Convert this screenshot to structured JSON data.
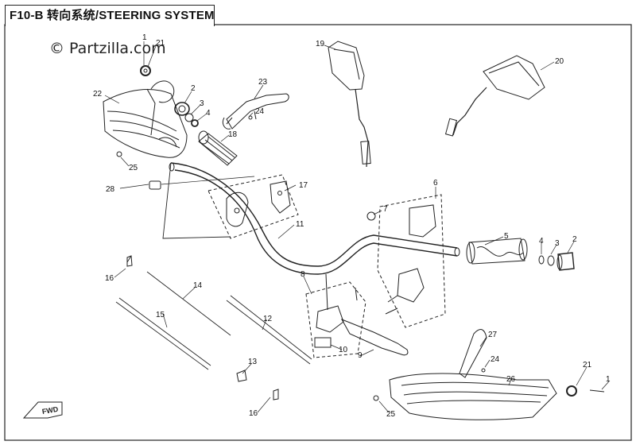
{
  "header": {
    "title": "F10-B 转向系统/STEERING SYSTEM"
  },
  "watermark": {
    "text": "© Partzilla.com"
  },
  "badge": {
    "text": "FWD"
  },
  "callouts": [
    {
      "id": "c1a",
      "label": "1"
    },
    {
      "id": "c21a",
      "label": "21"
    },
    {
      "id": "c22",
      "label": "22"
    },
    {
      "id": "c2a",
      "label": "2"
    },
    {
      "id": "c3a",
      "label": "3"
    },
    {
      "id": "c4a",
      "label": "4"
    },
    {
      "id": "c23",
      "label": "23"
    },
    {
      "id": "c24a",
      "label": "24"
    },
    {
      "id": "c18",
      "label": "18"
    },
    {
      "id": "c25a",
      "label": "25"
    },
    {
      "id": "c19",
      "label": "19"
    },
    {
      "id": "c20",
      "label": "20"
    },
    {
      "id": "c28",
      "label": "28"
    },
    {
      "id": "c17",
      "label": "17"
    },
    {
      "id": "c6",
      "label": "6"
    },
    {
      "id": "c7",
      "label": "7"
    },
    {
      "id": "c11",
      "label": "11"
    },
    {
      "id": "c5",
      "label": "5"
    },
    {
      "id": "c4b",
      "label": "4"
    },
    {
      "id": "c3b",
      "label": "3"
    },
    {
      "id": "c2b",
      "label": "2"
    },
    {
      "id": "c16a",
      "label": "16"
    },
    {
      "id": "c14",
      "label": "14"
    },
    {
      "id": "c8",
      "label": "8"
    },
    {
      "id": "c15",
      "label": "15"
    },
    {
      "id": "c12",
      "label": "12"
    },
    {
      "id": "c10",
      "label": "10"
    },
    {
      "id": "c9",
      "label": "9"
    },
    {
      "id": "c27",
      "label": "27"
    },
    {
      "id": "c24b",
      "label": "24"
    },
    {
      "id": "c13",
      "label": "13"
    },
    {
      "id": "c21b",
      "label": "21"
    },
    {
      "id": "c1b",
      "label": "1"
    },
    {
      "id": "c26",
      "label": "26"
    },
    {
      "id": "c25b",
      "label": "25"
    },
    {
      "id": "c16b",
      "label": "16"
    }
  ]
}
